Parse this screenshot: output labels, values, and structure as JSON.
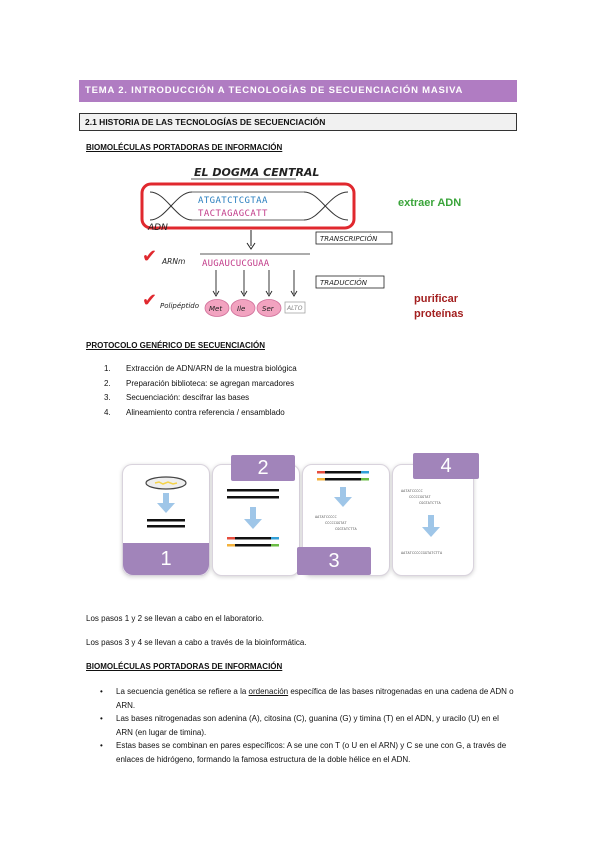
{
  "header": {
    "title": "TEMA 2. INTRODUCCIÓN A TECNOLOGÍAS DE SECUENCIACIÓN MASIVA",
    "section": "2.1 HISTORIA DE LAS TECNOLOGÍAS DE SECUENCIACIÓN"
  },
  "section1": {
    "heading": "BIOMOLÉCULAS PORTADORAS DE INFORMACIÓN"
  },
  "dogma": {
    "title": "EL DOGMA CENTRAL",
    "dna_top": "ATGATCTCGTAA",
    "dna_bottom": "TACTAGAGCATT",
    "adn_label": "ADN",
    "transcripcion": "TRANSCRIPCIÓN",
    "arnm_label": "ARNm",
    "rna_seq": "AUGAUCUCGUAA",
    "traduccion": "TRADUCCIÓN",
    "polipeptido": "Polipéptido",
    "aa": [
      "Met",
      "Ile",
      "Ser"
    ],
    "alto": "ALTO",
    "extraer": "extraer ADN",
    "purificar_1": "purificar",
    "purificar_2": "proteínas",
    "colors": {
      "frame": "#e0282e",
      "green": "#3aa43a",
      "darkred": "#a32020",
      "pink": "#f2a3c0"
    }
  },
  "protocol": {
    "heading": "PROTOCOLO GENÉRICO DE SECUENCIACIÓN",
    "steps": [
      {
        "n": "1.",
        "text": "Extracción de ADN/ARN de la muestra biológica"
      },
      {
        "n": "2.",
        "text": "Preparación biblioteca: se agregan marcadores"
      },
      {
        "n": "3.",
        "text": "Secuenciación: descifrar las bases"
      },
      {
        "n": "4.",
        "text": "Alineamiento contra referencia / ensamblado"
      }
    ]
  },
  "figure": {
    "nums": [
      "1",
      "2",
      "3",
      "4"
    ],
    "seq3a": "AATATCCCCC",
    "seq3b": "CCCCCGGTAT",
    "seq3c": "CGGTATCTTA",
    "seq4a": "AATATCCCCC",
    "seq4b": "CCCCCGGTAT",
    "seq4c": "CGGTATCTTA",
    "seq4d": "AATATCCCCCGGTATCTTA",
    "accent": "#a184ba"
  },
  "paragraphs": {
    "p1": "Los pasos 1 y 2 se llevan a cabo en el laboratorio.",
    "p2": "Los pasos 3 y 4 se llevan a cabo a través de la bioinformática."
  },
  "section2": {
    "heading": "BIOMOLÉCULAS PORTADORAS DE INFORMACIÓN",
    "bullets": {
      "b1_pre": "La secuencia genética se refiere a la ",
      "b1_u": "ordenación",
      "b1_post": " específica de las bases nitrogenadas en una cadena de ADN o ARN.",
      "b2": "Las bases nitrogenadas son adenina (A), citosina (C), guanina (G) y timina (T) en el ADN, y uracilo (U) en el ARN (en lugar de timina).",
      "b3": "Estas bases se combinan en pares específicos: A se une con T (o U en el ARN) y C se une con G, a través de enlaces de hidrógeno, formando la famosa estructura de la doble hélice en el ADN."
    },
    "bullet_char": "•"
  }
}
